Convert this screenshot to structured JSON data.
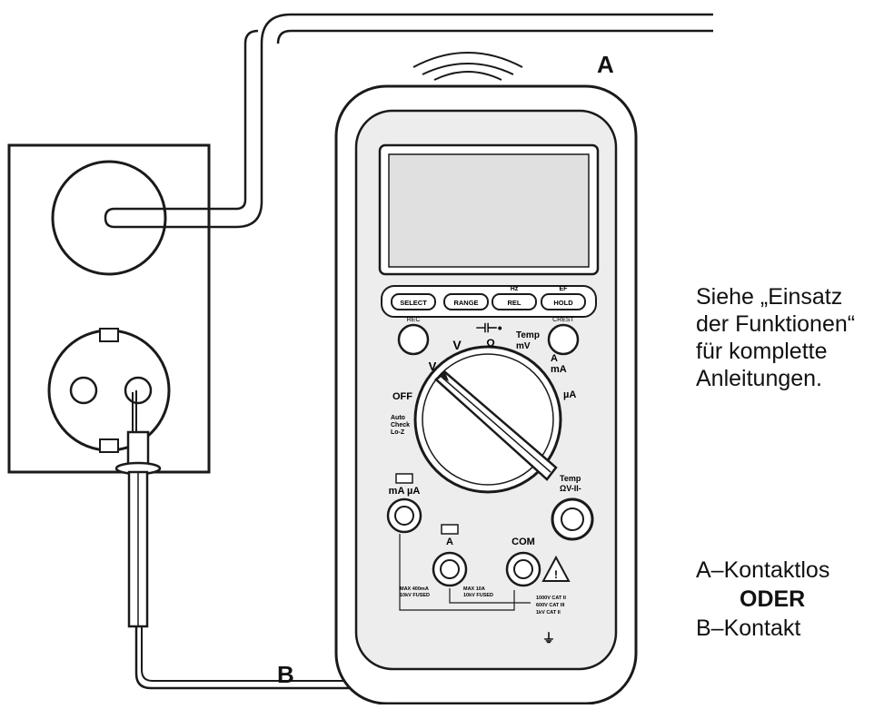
{
  "markers": {
    "a": "A",
    "b": "B"
  },
  "caption": [
    "Siehe „Einsatz",
    "der Funktionen“",
    "für komplette",
    "Anleitungen."
  ],
  "modes": {
    "a": "A–Kontaktlos",
    "or": "ODER",
    "b": "B–Kontakt"
  },
  "meter": {
    "buttons": [
      "SELECT",
      "RANGE",
      "REL",
      "HOLD"
    ],
    "button_tops": [
      "",
      "",
      "Hz",
      "EF"
    ],
    "round_buttons": [
      "REC",
      "CREST"
    ],
    "dial_labels": {
      "v_dc": "V",
      "v_ac": "V",
      "ohm": "Ω",
      "temp_mv": "Temp\nmV",
      "a_ma": "A\nmA",
      "ua": "µA",
      "off": "OFF",
      "auto_check": "Auto\nCheck\nLo-Z"
    },
    "jacks": {
      "ma_ua": "mA µA",
      "a": "A",
      "com": "COM",
      "temp": "Temp\nΩV-II-"
    },
    "fuse_left": "MAX 400mA\n10kV FUSED",
    "fuse_right": "MAX 10A\n10kV FUSED",
    "cat": "1000V CAT II\n600V CAT III\n1kV CAT II"
  },
  "colors": {
    "ink": "#1a1a1a",
    "panel": "#ededed",
    "display": "#e0e0e0"
  }
}
